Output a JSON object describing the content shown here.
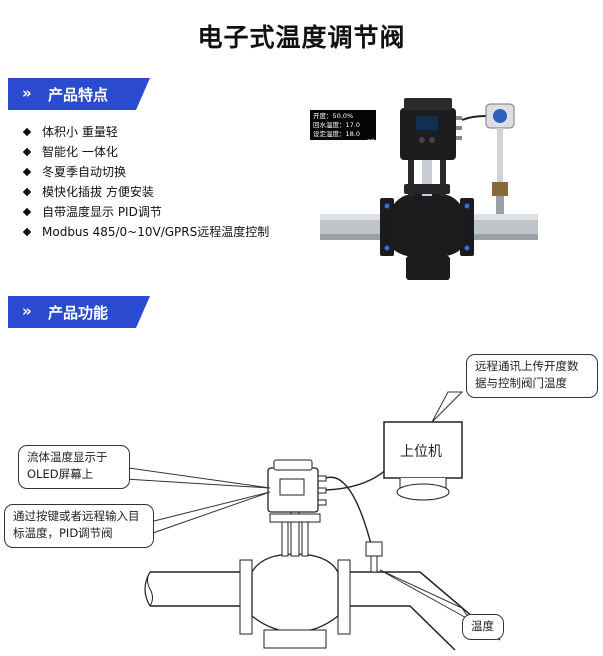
{
  "title": "电子式温度调节阀",
  "section1": {
    "label": "产品特点"
  },
  "section2": {
    "label": "产品功能"
  },
  "features": [
    "体积小 重量轻",
    "智能化 一体化",
    "冬夏季自动切换",
    "模快化插拔 方便安装",
    "自带温度显示 PID调节",
    "Modbus 485/0~10V/GPRS远程温度控制"
  ],
  "display": {
    "line1": "开度：50.0%",
    "line2": "回水温度：17.0",
    "line3": "设定温度：18.0",
    "unit": "℃"
  },
  "callouts": {
    "remote": "远程通讯上传开度数据与控制阀门温度",
    "oled": "流体温度显示于OLED屏幕上",
    "input": "通过按键或者远程输入目标温度，PID调节阀",
    "temp": "温度"
  },
  "computer_label": "上位机",
  "colors": {
    "banner": "#2a4bcf",
    "pipe": "#b9bec3",
    "valve": "#1c1c1e",
    "display_bg": "#050505",
    "display_text": "#ffffff"
  }
}
